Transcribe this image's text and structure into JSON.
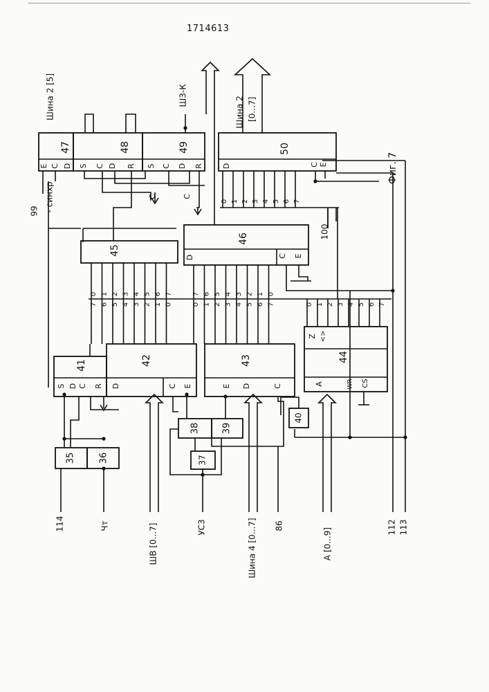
{
  "header": {
    "doc_number": "1714613"
  },
  "figure": {
    "caption": "Фиг. 7",
    "blocks": [
      {
        "id": "b35",
        "label": "35"
      },
      {
        "id": "b36",
        "label": "36"
      },
      {
        "id": "b37",
        "label": "37"
      },
      {
        "id": "b38",
        "label": "38"
      },
      {
        "id": "b39",
        "label": "39"
      },
      {
        "id": "b40",
        "label": "40"
      },
      {
        "id": "b41",
        "label": "41"
      },
      {
        "id": "b42",
        "label": "42"
      },
      {
        "id": "b43",
        "label": "43"
      },
      {
        "id": "b44",
        "label": "44"
      },
      {
        "id": "b45",
        "label": "45"
      },
      {
        "id": "b46",
        "label": "46"
      },
      {
        "id": "b47",
        "label": "47"
      },
      {
        "id": "b48",
        "label": "48"
      },
      {
        "id": "b49",
        "label": "49"
      },
      {
        "id": "b50",
        "label": "50"
      }
    ],
    "signals": {
      "s114": "114",
      "chit": "Чт",
      "shv": "ШВ [0...7]",
      "us3": "УС3",
      "shina4": "Шина 4 [0...7]",
      "s86": "86",
      "a09": "A [0...9]",
      "s112": "112",
      "s113": "113",
      "s99": "99",
      "sinhr": "- синхр",
      "shina2_5": "Шина 2 [5]",
      "sh3k": "Ш3-К",
      "shina2": "Шина 2",
      "shina2_range": "[0...7]",
      "s100": "100"
    },
    "pins": {
      "s": "S",
      "c": "C",
      "d": "D",
      "r": "R",
      "e": "E",
      "a": "A",
      "wr": "WR",
      "cs": "CS",
      "z": "Z",
      "cmp": "<>"
    },
    "bits": [
      "0",
      "1",
      "2",
      "3",
      "4",
      "5",
      "6",
      "7"
    ]
  }
}
